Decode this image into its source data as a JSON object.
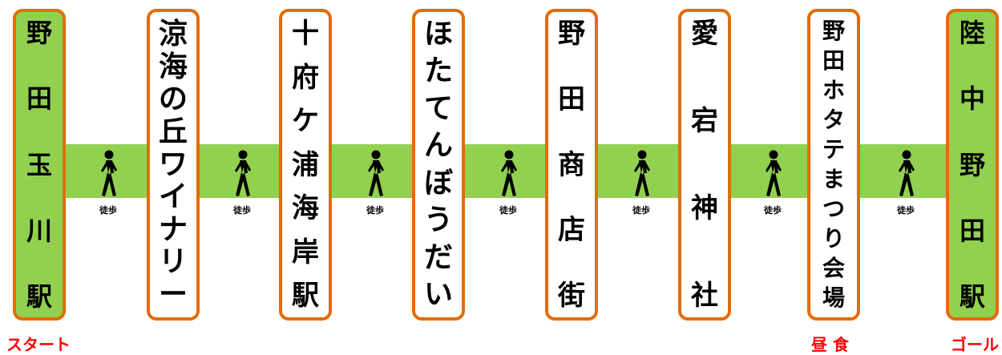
{
  "route": {
    "stops": [
      {
        "name": "野田玉川駅",
        "style": "green"
      },
      {
        "name": "涼海の丘ワイナリー",
        "style": "white"
      },
      {
        "name": "十府ケ浦海岸駅",
        "style": "white"
      },
      {
        "name": "ほたてんぼうだい",
        "style": "white"
      },
      {
        "name": "野田商店街",
        "style": "white"
      },
      {
        "name": "愛宕神社",
        "style": "white"
      },
      {
        "name": "野田ホタテまつり会場",
        "style": "white"
      },
      {
        "name": "陸中野田駅",
        "style": "green"
      }
    ],
    "walk_label": "徒歩",
    "markers": {
      "start": "スタート",
      "lunch": "昼 食",
      "goal": "ゴール"
    }
  },
  "colors": {
    "band": "#92d050",
    "border": "#e36c0a",
    "marker": "#ff0000"
  },
  "icons": {
    "walk": "walking-person-icon"
  }
}
